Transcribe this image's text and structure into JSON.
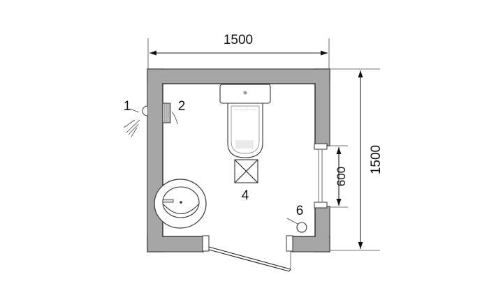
{
  "dimensions": {
    "width": "1500",
    "height": "1500",
    "door_opening": "600"
  },
  "labels": {
    "item1": "1",
    "item2": "2",
    "item4": "4",
    "item6": "6"
  },
  "colors": {
    "wall": "#a6a6a6",
    "line": "#222222",
    "fixture": "#ffffff"
  }
}
